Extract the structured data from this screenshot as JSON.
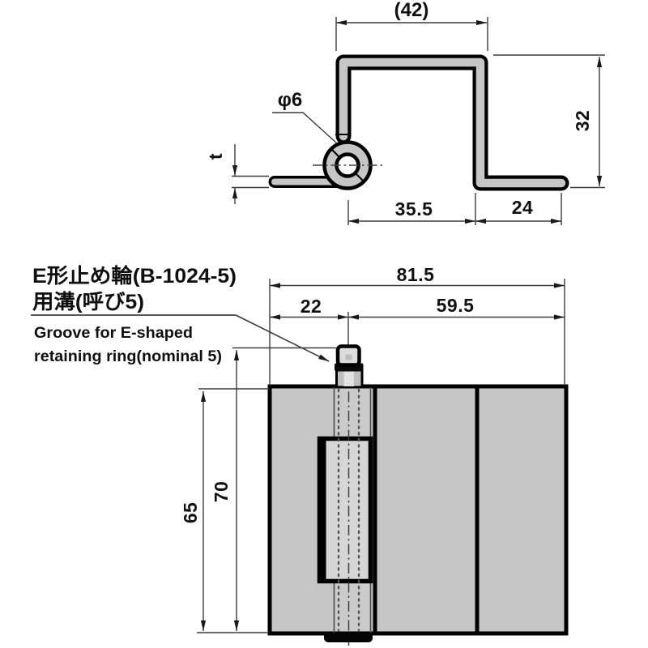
{
  "drawing": {
    "kind": "hinge technical drawing",
    "colors": {
      "background": "#ffffff",
      "part_fill": "#c6c6c6",
      "recess_fill": "#d6d6d6",
      "pin_cap_fill": "#dcdcdc",
      "outline": "#000000",
      "dim_line": "#3c3c3c"
    },
    "top_view": {
      "pin_diameter_label": "φ6",
      "top_width_label": "(42)",
      "side_height_label": "32",
      "pin_to_bend_label": "35.5",
      "flange_label": "24",
      "thickness_label": "t"
    },
    "front_view": {
      "overall_width_label": "81.5",
      "pin_offset_label": "22",
      "right_width_label": "59.5",
      "body_height_label": "65",
      "overall_height_label": "70"
    },
    "annotation": {
      "jp_line1": "E形止め輪(B-1024-5)",
      "jp_line2": "用溝(呼び5)",
      "en_line1": "Groove for E-shaped",
      "en_line2": "retaining ring(nominal 5)"
    }
  }
}
